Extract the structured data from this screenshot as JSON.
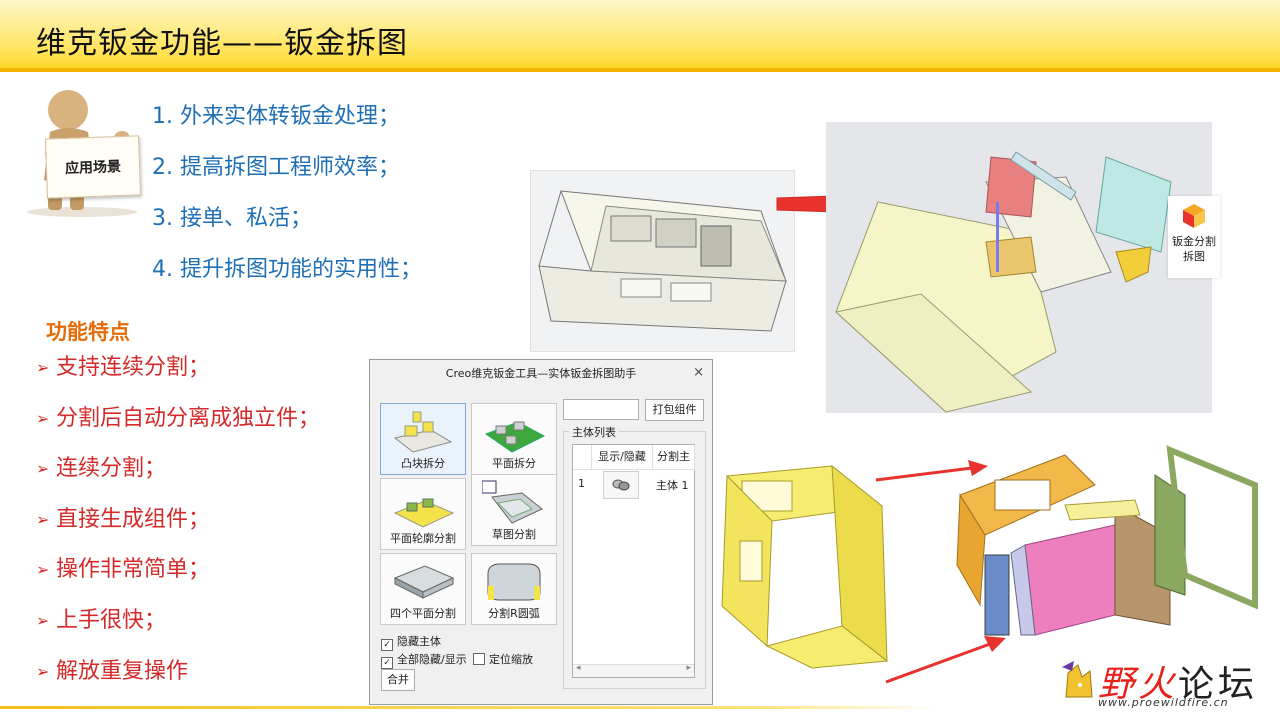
{
  "slide": {
    "title": "维克钣金功能——钣金拆图",
    "scene_label": "应用场景",
    "use_cases": [
      "1. 外来实体转钣金处理；",
      "2. 提高拆图工程师效率；",
      "3. 接单、私活；",
      "4. 提升拆图功能的实用性；"
    ],
    "features_title": "功能特点",
    "features": [
      "支持连续分割；",
      "分割后自动分离成独立件；",
      "连续分割；",
      "直接生成组件；",
      "操作非常简单；",
      "上手很快；",
      "解放重复操作"
    ]
  },
  "side_button": {
    "line1": "钣金分割",
    "line2": "拆图",
    "icon": "cube-split-icon"
  },
  "dialog": {
    "title": "Creo维克钣金工具—实体钣金拆图助手",
    "close": "×",
    "tools": [
      "凸块拆分",
      "平面拆分",
      "平面轮廓分割",
      "草图分割",
      "四个平面分割",
      "分割R圆弧"
    ],
    "pack_button": "打包组件",
    "pack_input": "",
    "body_list_label": "主体列表",
    "table_headers": [
      "显示/隐藏",
      "分割主"
    ],
    "table_rows": [
      {
        "index": "1",
        "name": "主体 1"
      }
    ],
    "checkbox_hide": "隐藏主体",
    "checkbox_all": "全部隐藏/显示",
    "checkbox_zoom": "定位缩放",
    "merge_button": "合并",
    "check_mark": "✓"
  },
  "logo": {
    "part1": "野火",
    "part2": "论坛",
    "url": "www.proewildfire.cn"
  },
  "colors": {
    "header": "#ffe45c",
    "accent": "#f3b300",
    "use_case_text": "#1f6fb5",
    "feature_text": "#d42a2a",
    "feature_title": "#e46c0a",
    "arrow": "#e8322d"
  }
}
